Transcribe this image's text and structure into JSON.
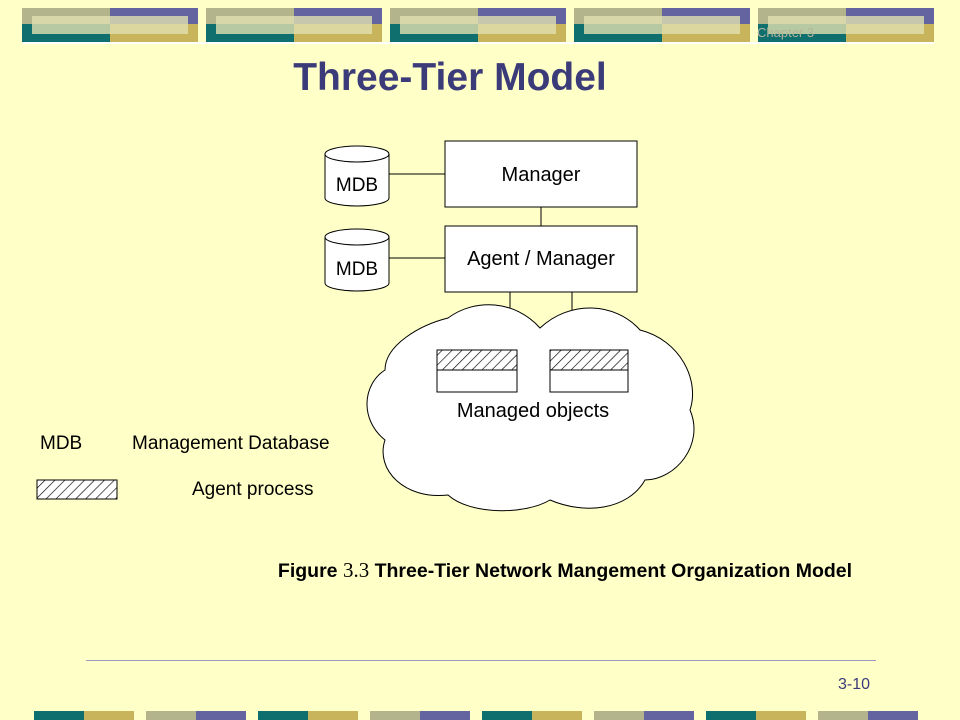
{
  "slide": {
    "chapter_label": "Chapter 3",
    "title": "Three-Tier Model",
    "page_number": "3-10"
  },
  "diagram": {
    "manager_label": "Manager",
    "agent_manager_label": "Agent / Manager",
    "mdb_top_label": "MDB",
    "mdb_bottom_label": "MDB",
    "managed_objects_label": "Managed objects",
    "legend": {
      "mdb_abbrev": "MDB",
      "mdb_text": "Management Database",
      "agent_process_text": "Agent process"
    },
    "caption_prefix": "Figure",
    "caption_number": "3.3",
    "caption_text": "Three-Tier Network Mangement Organization Model"
  },
  "colors": {
    "background": "#ffffc8",
    "title": "#3b3b7a",
    "banner_teal": "#0f6e6e",
    "banner_khaki": "#c8b45a",
    "banner_navy": "#6464a0",
    "banner_sage": "#b4b48c"
  }
}
